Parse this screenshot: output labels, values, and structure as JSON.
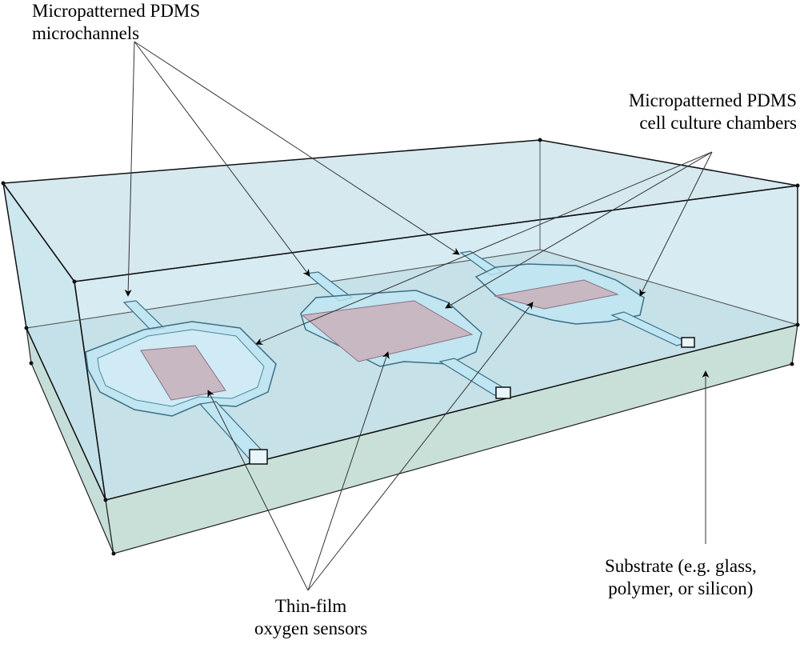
{
  "labels": {
    "microchannels": {
      "line1": "Micropatterned PDMS",
      "line2": "microchannels"
    },
    "chambers": {
      "line1": "Micropatterned PDMS",
      "line2": "cell culture chambers"
    },
    "sensors": {
      "line1": "Thin-film",
      "line2": "oxygen sensors"
    },
    "substrate": {
      "line1": "Substrate (e.g. glass,",
      "line2": "polymer, or silicon)"
    }
  },
  "colors": {
    "pdms_block": "#cfe6ee",
    "substrate": "#c9e0d8",
    "channel": "#bfe6f2",
    "sensor": "#c8b8c2",
    "edge": "#1a1a1a"
  }
}
